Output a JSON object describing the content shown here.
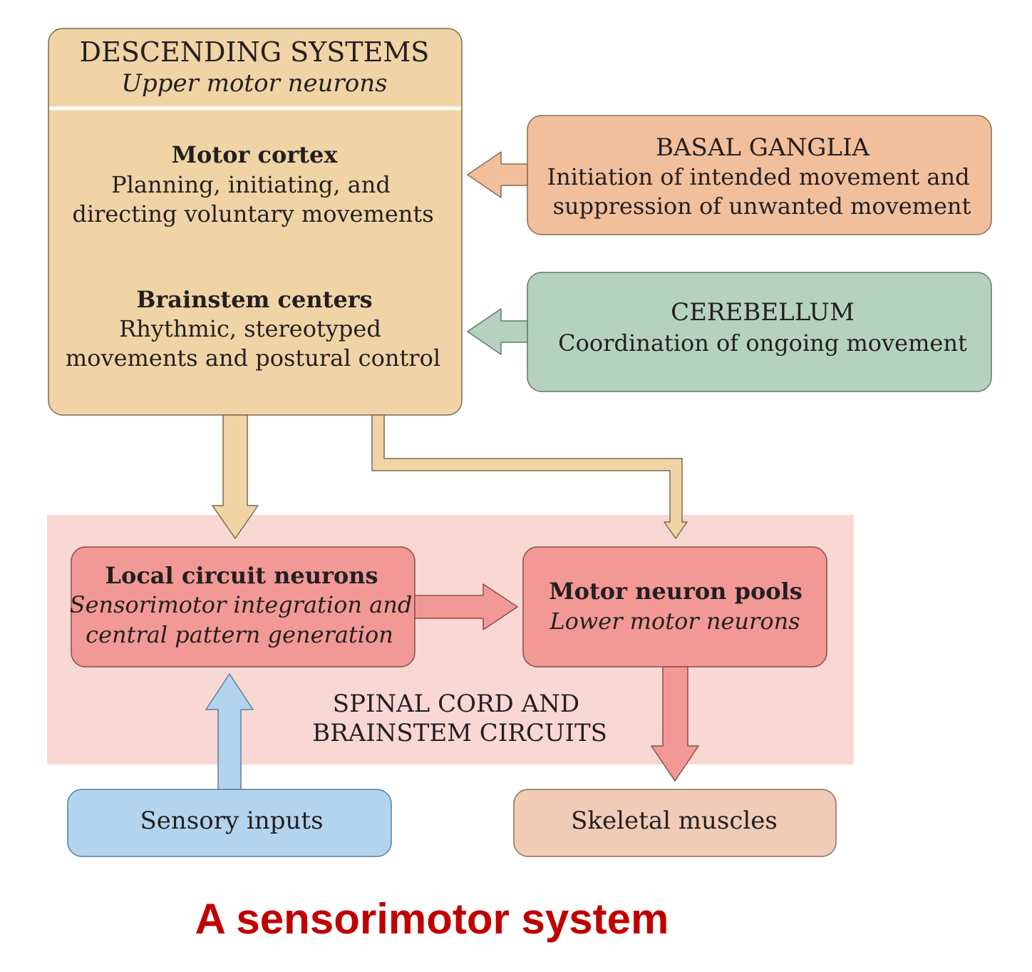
{
  "colors": {
    "descending_fill": "#f0d4a6",
    "descending_stroke": "#7d6a4f",
    "basal_ganglia_fill": "#f2bf9c",
    "cerebellum_fill": "#b5d2c0",
    "spinal_region_fill": "#f9d8d3",
    "circuit_box_fill": "#f29996",
    "sensory_fill": "#b3d4ef",
    "muscles_fill": "#f0cbb5",
    "footer_title_color": "#c00000"
  },
  "descending": {
    "title": "DESCENDING SYSTEMS",
    "subtitle": "Upper motor neurons",
    "motor_cortex": {
      "heading": "Motor cortex",
      "line1": "Planning, initiating, and",
      "line2": "directing voluntary movements"
    },
    "brainstem": {
      "heading": "Brainstem centers",
      "line1": "Rhythmic, stereotyped",
      "line2": "movements and postural control"
    }
  },
  "basal_ganglia": {
    "title": "BASAL GANGLIA",
    "line1": "Initiation of intended movement and",
    "line2": "suppression of unwanted movement"
  },
  "cerebellum": {
    "title": "CEREBELLUM",
    "line1": "Coordination of ongoing movement"
  },
  "local_circuit": {
    "heading": "Local circuit neurons",
    "line1": "Sensorimotor integration and",
    "line2": "central pattern generation"
  },
  "motor_pools": {
    "heading": "Motor neuron pools",
    "subtitle": "Lower motor neurons"
  },
  "spinal_region": {
    "line1": "SPINAL CORD AND",
    "line2": "BRAINSTEM CIRCUITS"
  },
  "sensory": {
    "label": "Sensory inputs"
  },
  "muscles": {
    "label": "Skeletal muscles"
  },
  "footer": {
    "title": "A sensorimotor system"
  }
}
